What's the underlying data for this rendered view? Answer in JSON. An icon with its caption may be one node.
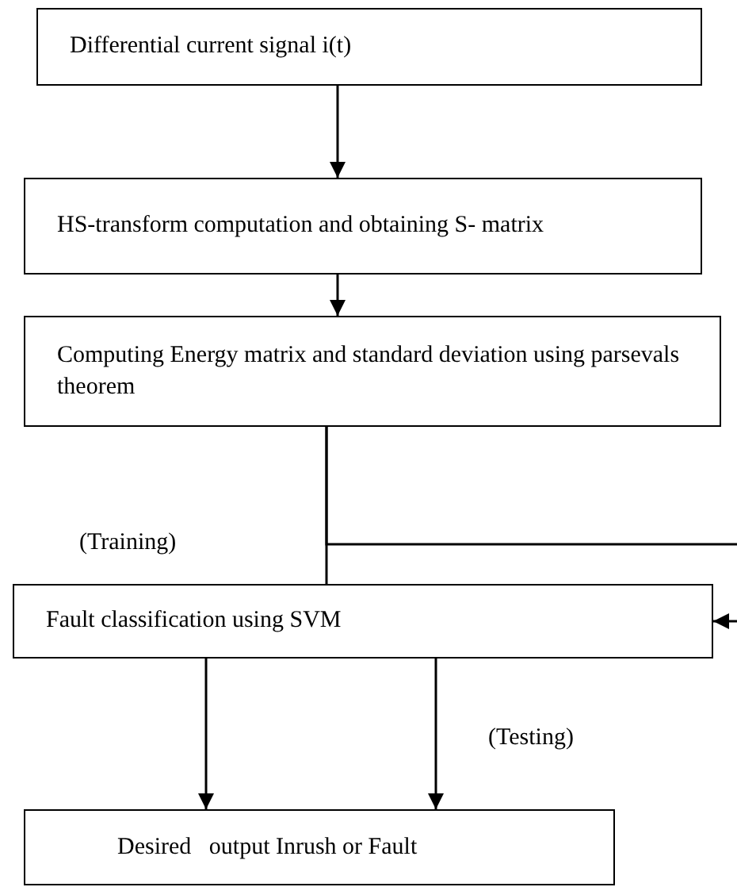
{
  "diagram": {
    "nodes": [
      {
        "text": [
          "Differential current signal i(t)"
        ]
      },
      {
        "text": [
          "HS-transform computation and obtaining S- matrix"
        ]
      },
      {
        "text": [
          "Computing Energy matrix and standard deviation using parsevals theorem"
        ]
      },
      {
        "text": [
          "Fault classification using SVM"
        ]
      },
      {
        "text": [
          "Desired   output Inrush or Fault"
        ]
      }
    ],
    "edges": [
      {
        "from": 0,
        "to": 1,
        "arrow": "to"
      },
      {
        "from": 1,
        "to": 2,
        "arrow": "to"
      },
      {
        "from": 2,
        "to": 3,
        "arrow": "none"
      },
      {
        "from": 2,
        "to": null,
        "arrow": "none"
      },
      {
        "from": null,
        "to": 3,
        "arrow": "to"
      },
      {
        "from": 3,
        "to": 4,
        "arrow": "to"
      },
      {
        "from": 3,
        "to": 4,
        "arrow": "to"
      }
    ],
    "labels": [
      "(Training)",
      "(Testing)"
    ]
  }
}
